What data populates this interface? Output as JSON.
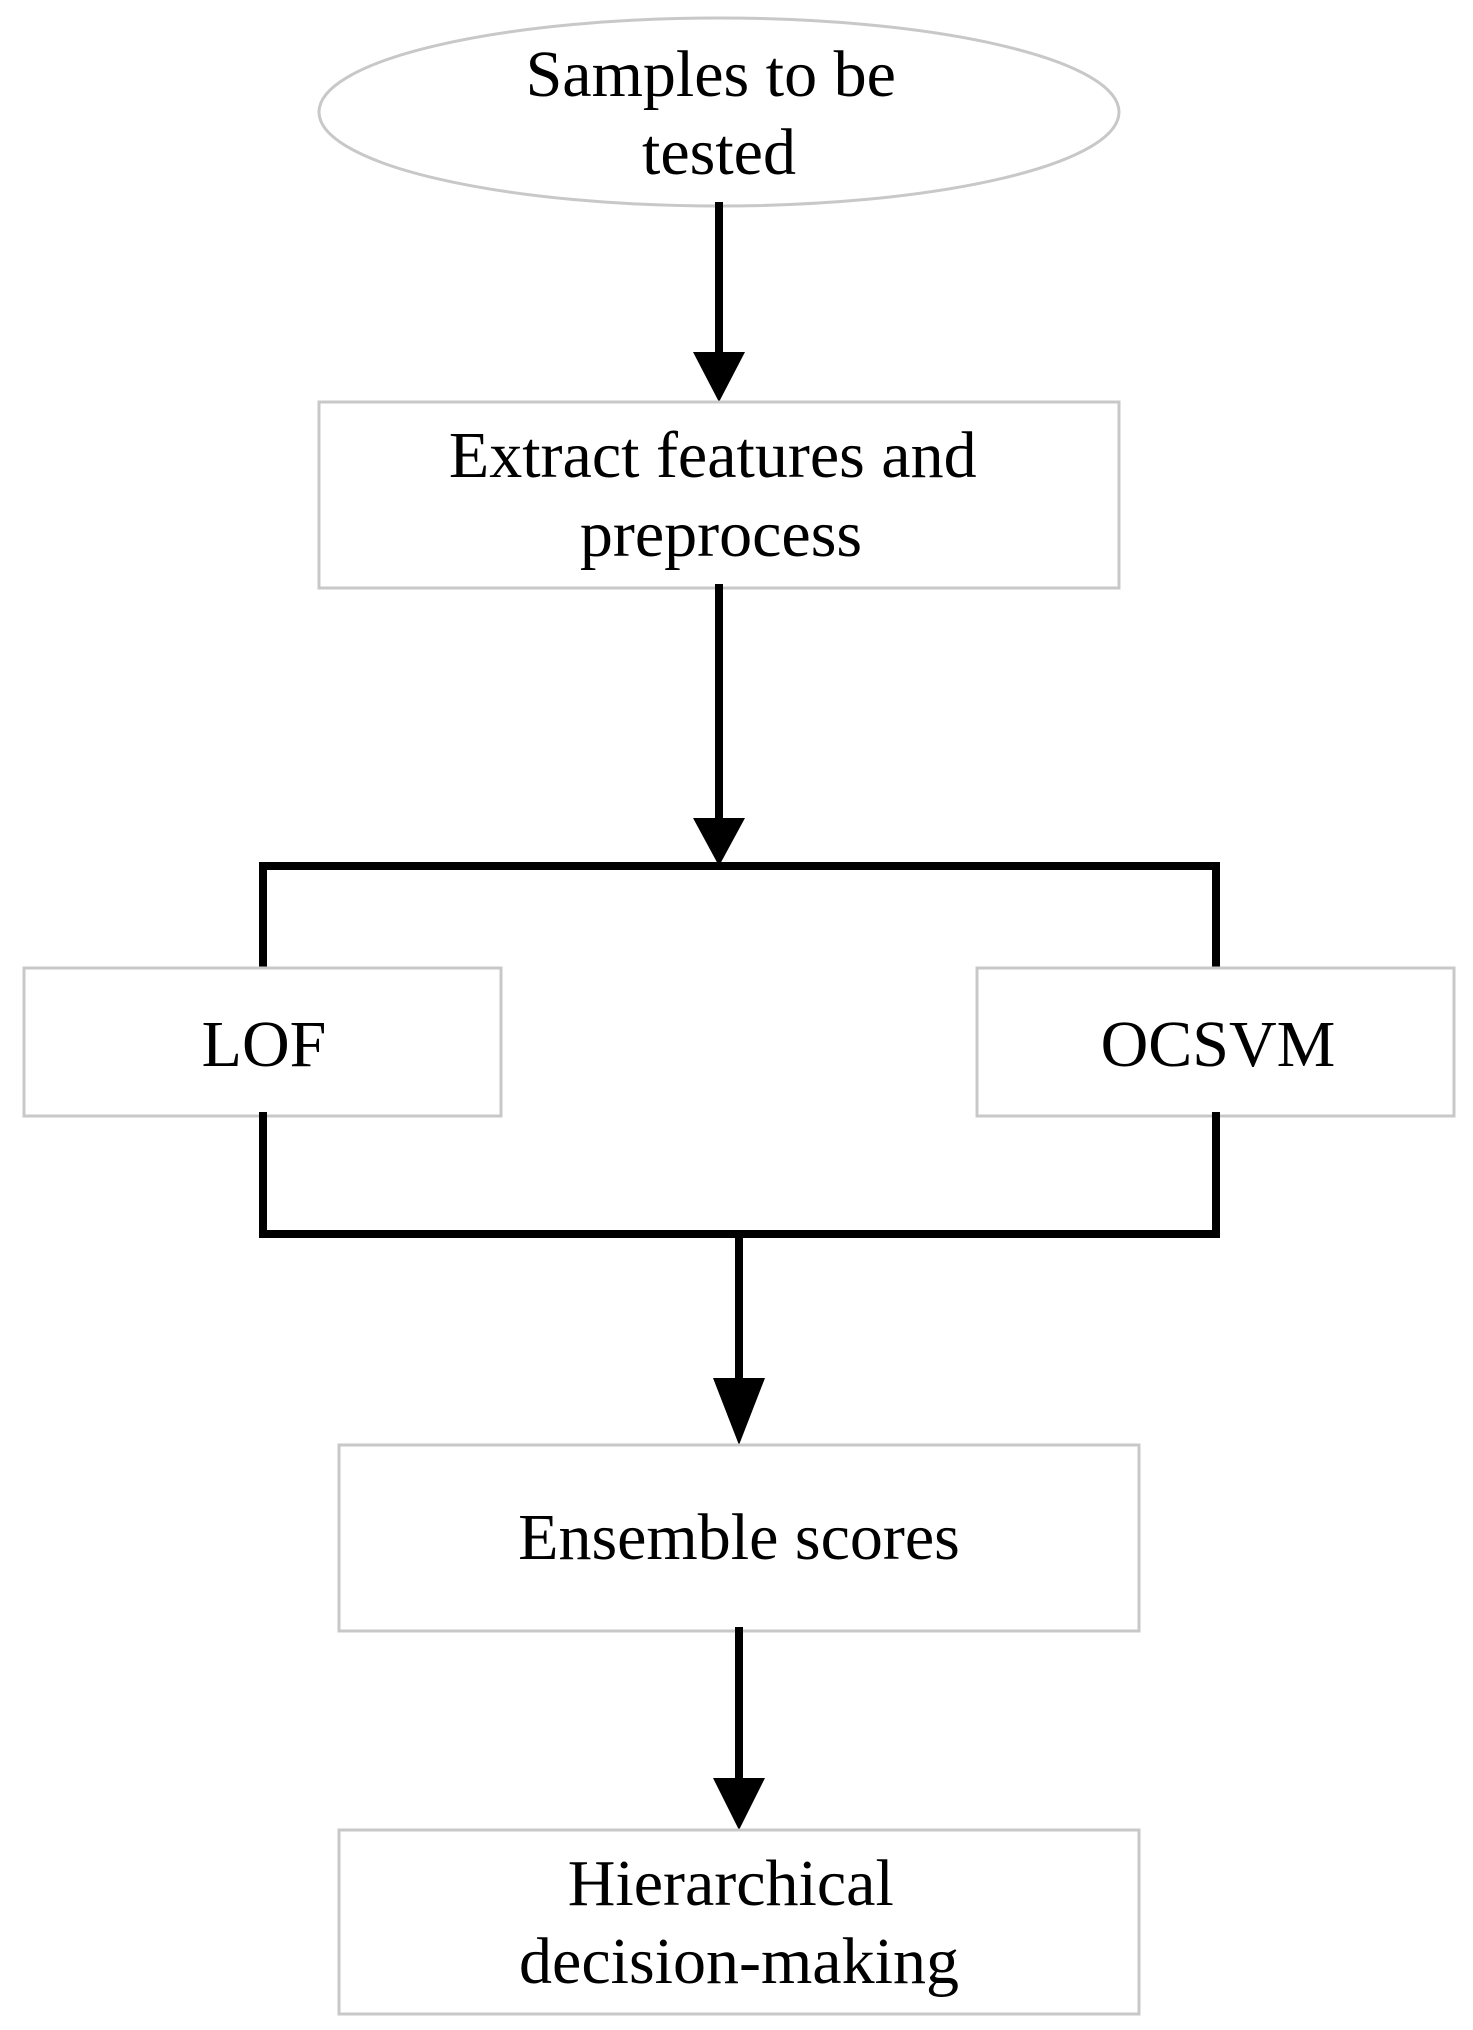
{
  "nodes": {
    "samples": {
      "lines": [
        "Samples to be",
        "tested"
      ]
    },
    "extract": {
      "lines": [
        "Extract features and",
        "preprocess"
      ]
    },
    "lof": {
      "lines": [
        "LOF"
      ]
    },
    "ocsvm": {
      "lines": [
        "OCSVM"
      ]
    },
    "ensemble": {
      "lines": [
        "Ensemble scores"
      ]
    },
    "decision": {
      "lines": [
        "Hierarchical",
        "decision-making"
      ]
    }
  },
  "colors": {
    "line": "#000000",
    "node_border": "#c8c8c8",
    "background": "#ffffff"
  }
}
